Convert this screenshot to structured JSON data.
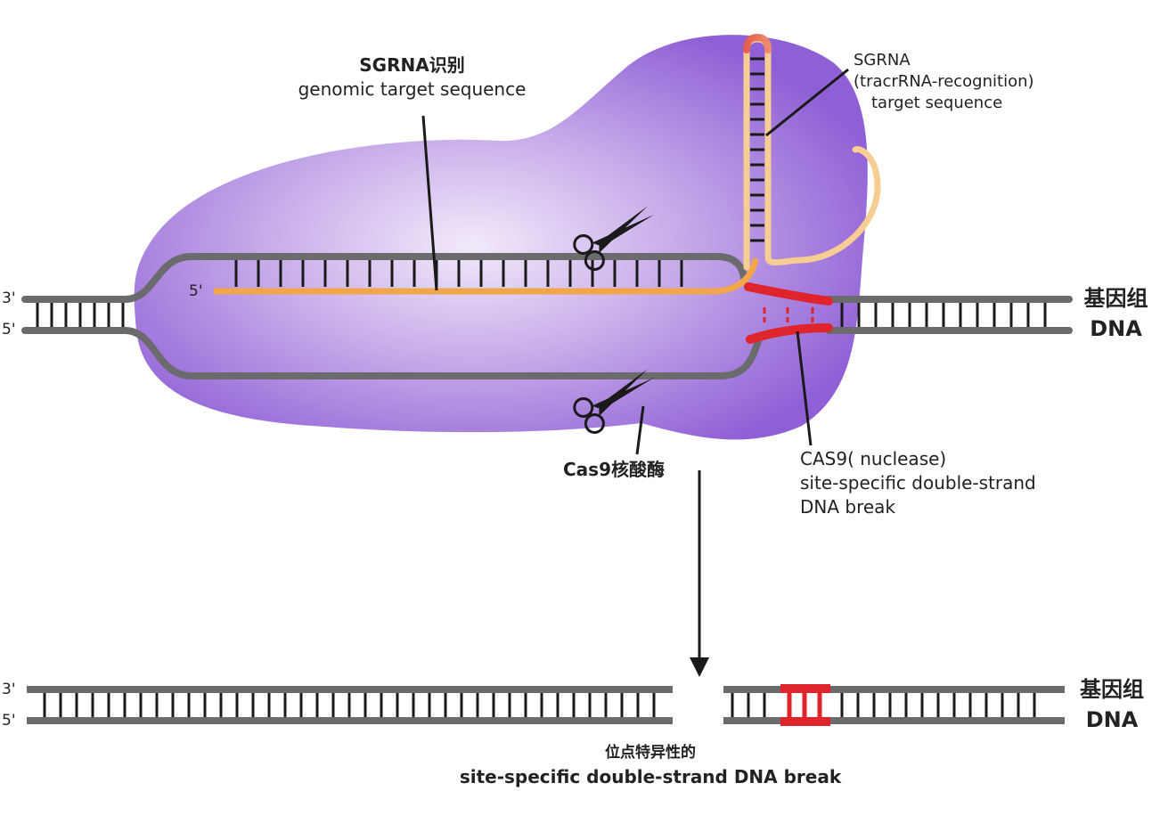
{
  "labels": {
    "sgrna_recognition": {
      "line1": "SGRNA识别",
      "line2": "genomic target sequence"
    },
    "sgrna_tracr": {
      "line1": "SGRNA",
      "line2": "(tracrRNA-recognition)",
      "line3": "target sequence"
    },
    "cas9_enzyme": "Cas9核酸酶",
    "cas9_nuclease": {
      "line1": "CAS9( nuclease)",
      "line2": "site-specific double-strand",
      "line3": "DNA break"
    },
    "genomic_dna_top": {
      "line1": "基因组",
      "line2": "DNA"
    },
    "genomic_dna_bottom": {
      "line1": "基因组",
      "line2": "DNA"
    },
    "bottom_caption": {
      "line1": "位点特异性的",
      "line2": "site-specific double-strand DNA break"
    },
    "strand_ends": {
      "top_three": "3'",
      "top_five": "5'",
      "rna_five": "5'",
      "bottom_three": "3'",
      "bottom_five": "5'"
    }
  },
  "colors": {
    "protein": "#8f5fd6",
    "protein_light": "#f2eafa",
    "dna_strand": "#6b6b6e",
    "rna_strand": "#f3a54a",
    "tracr_rna": "#f6cd93",
    "cut_site": "#e0242b",
    "rung": "#1a1a1a"
  },
  "icons": {
    "scissors_top": "scissors-icon",
    "scissors_bottom": "scissors-icon",
    "arrow": "arrow-down-icon"
  }
}
